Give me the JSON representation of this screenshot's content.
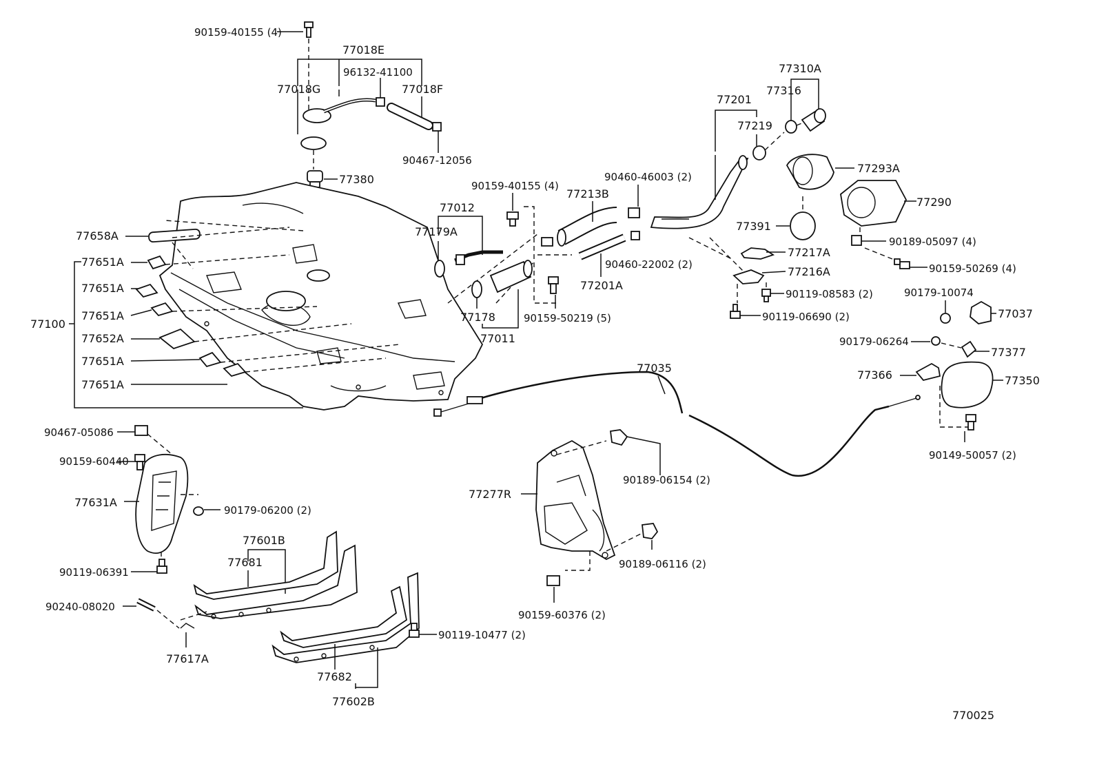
{
  "figure_id": "770025",
  "labels": {
    "p90159_40155_top": "90159-40155 (4)",
    "p77018E": "77018E",
    "p96132_41100": "96132-41100",
    "p77018G": "77018G",
    "p77018F": "77018F",
    "p90467_12056": "90467-12056",
    "p77380": "77380",
    "p77658A": "77658A",
    "p77651A_1": "77651A",
    "p77651A_2": "77651A",
    "p77651A_3": "77651A",
    "p77652A": "77652A",
    "p77651A_4": "77651A",
    "p77651A_5": "77651A",
    "p77100": "77100",
    "p90159_40155_mid": "90159-40155 (4)",
    "p77012": "77012",
    "p77179A": "77179A",
    "p77178": "77178",
    "p77011": "77011",
    "p90159_50219": "90159-50219 (5)",
    "p77213B": "77213B",
    "p90460_46003": "90460-46003 (2)",
    "p90460_22002": "90460-22002 (2)",
    "p77201A": "77201A",
    "p77201": "77201",
    "p77219": "77219",
    "p77310A": "77310A",
    "p77316": "77316",
    "p77293A": "77293A",
    "p77290": "77290",
    "p77391": "77391",
    "p77217A": "77217A",
    "p77216A": "77216A",
    "p90119_08583": "90119-08583 (2)",
    "p90119_06690": "90119-06690 (2)",
    "p90189_05097": "90189-05097 (4)",
    "p90159_50269": "90159-50269 (4)",
    "p90179_10074": "90179-10074",
    "p77037": "77037",
    "p90179_06264": "90179-06264",
    "p77377": "77377",
    "p77366": "77366",
    "p77350": "77350",
    "p90149_50057": "90149-50057 (2)",
    "p77035": "77035",
    "p90467_05086": "90467-05086",
    "p90159_60440": "90159-60440",
    "p77631A": "77631A",
    "p90179_06200": "90179-06200 (2)",
    "p90119_06391": "90119-06391",
    "p90240_08020": "90240-08020",
    "p77617A": "77617A",
    "p77601B": "77601B",
    "p77681": "77681",
    "p77682": "77682",
    "p77602B": "77602B",
    "p90119_10477": "90119-10477 (2)",
    "p77277R": "77277R",
    "p90189_06154": "90189-06154 (2)",
    "p90189_06116": "90189-06116 (2)",
    "p90159_60376": "90159-60376 (2)"
  }
}
